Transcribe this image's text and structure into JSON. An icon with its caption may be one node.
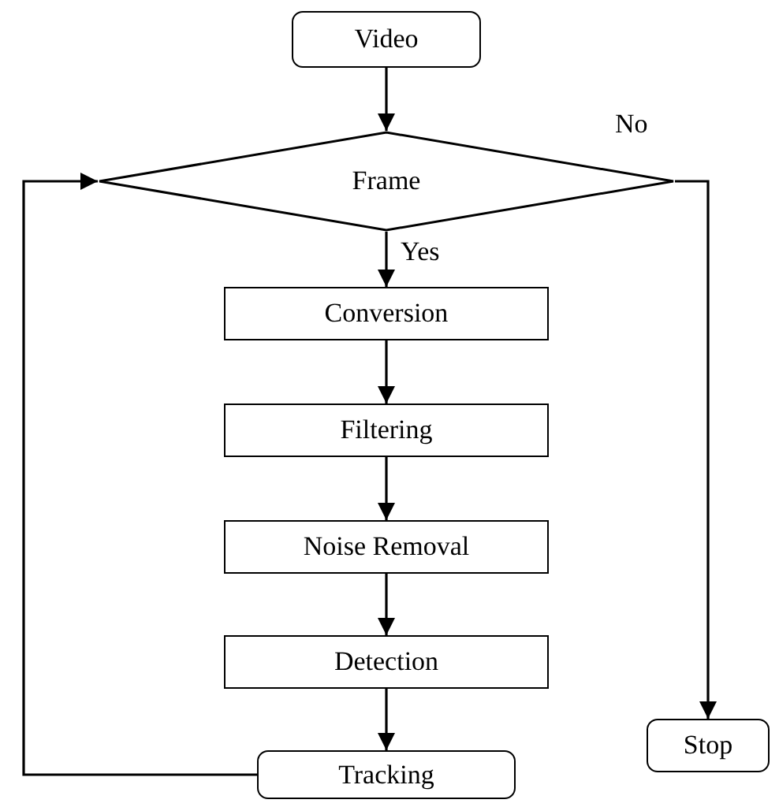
{
  "diagram": {
    "nodes": [
      {
        "text": [
          "Video"
        ]
      },
      {
        "text": [
          "Frame"
        ]
      },
      {
        "text": [
          "Conversion"
        ]
      },
      {
        "text": [
          "Filtering"
        ]
      },
      {
        "text": [
          "Noise Removal"
        ]
      },
      {
        "text": [
          "Detection"
        ]
      },
      {
        "text": [
          "Tracking"
        ]
      },
      {
        "text": [
          "Stop"
        ]
      }
    ],
    "edges": [
      {
        "from": 0,
        "to": 1,
        "arrow": "to"
      },
      {
        "from": 1,
        "to": 2,
        "arrow": "to",
        "label": "Yes"
      },
      {
        "from": 2,
        "to": 3,
        "arrow": "to"
      },
      {
        "from": 3,
        "to": 4,
        "arrow": "to"
      },
      {
        "from": 4,
        "to": 5,
        "arrow": "to"
      },
      {
        "from": 5,
        "to": 6,
        "arrow": "to"
      },
      {
        "from": 6,
        "to": 1,
        "arrow": "to"
      },
      {
        "from": 1,
        "to": 7,
        "arrow": "to",
        "label": "No"
      }
    ]
  }
}
